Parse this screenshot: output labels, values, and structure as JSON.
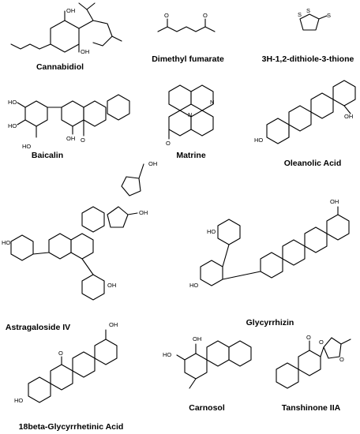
{
  "compounds": [
    {
      "name": "Cannabidiol"
    },
    {
      "name": "Dimethyl fumarate"
    },
    {
      "name": "3H-1,2-dithiole-3-thione"
    },
    {
      "name": "Baicalin"
    },
    {
      "name": "Matrine"
    },
    {
      "name": "Oleanolic Acid"
    },
    {
      "name": "Astragaloside IV"
    },
    {
      "name": "Glycyrrhizin"
    },
    {
      "name": "18beta-Glycyrrhetinic Acid"
    },
    {
      "name": "Carnosol"
    },
    {
      "name": "Tanshinone IIA"
    }
  ],
  "atoms": {
    "oh": "OH",
    "ho": "HO",
    "o": "O",
    "n": "N",
    "s": "S"
  }
}
